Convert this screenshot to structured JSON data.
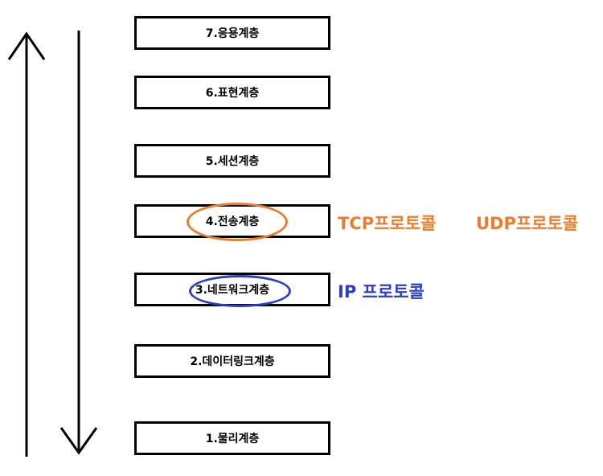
{
  "layers": [
    {
      "label": "7.응용계층"
    },
    {
      "label": "6.표현계층"
    },
    {
      "label": "5.세션계층"
    },
    {
      "label": "4.전송계층"
    },
    {
      "label": "3.네트워크계층"
    },
    {
      "label": "2.데이터링크계층"
    },
    {
      "label": "1.물리계층"
    }
  ],
  "protocols": {
    "transport": {
      "tcp": "TCP프로토콜",
      "udp": "UDP프로토콜",
      "color": "#f07c2a"
    },
    "network": {
      "ip": "IP 프로토콜",
      "color": "#2d3fbf"
    }
  },
  "colors": {
    "stroke": "#000000",
    "highlight_transport": "#f07c2a",
    "highlight_network": "#2d3fbf"
  }
}
